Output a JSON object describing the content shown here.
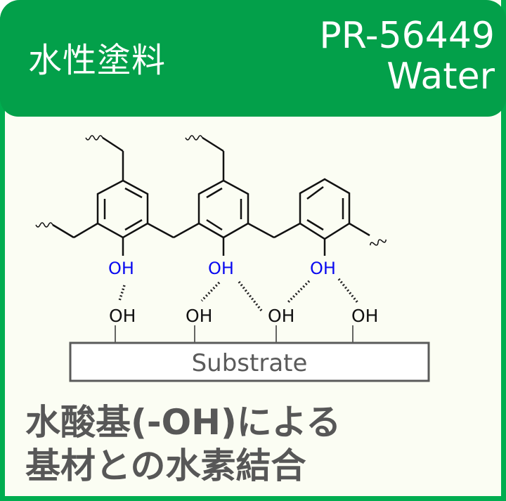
{
  "header": {
    "title": "水性塗料",
    "product_code": "PR-56449",
    "product_type": "Water",
    "bg_color": "#03a04a"
  },
  "diagram": {
    "polymer_oh_labels": [
      "OH",
      "OH",
      "OH"
    ],
    "substrate_oh_labels": [
      "OH",
      "OH",
      "OH",
      "OH"
    ],
    "substrate_label": "Substrate",
    "polymer_oh_color": "#0a0af0",
    "hydrogen_bonds": 5
  },
  "caption": {
    "line1": "水酸基(-OH)による",
    "line2": "基材との水素結合"
  },
  "colors": {
    "frame": "#00ad4f",
    "background": "#fbfdf3",
    "caption_text": "#575757"
  }
}
